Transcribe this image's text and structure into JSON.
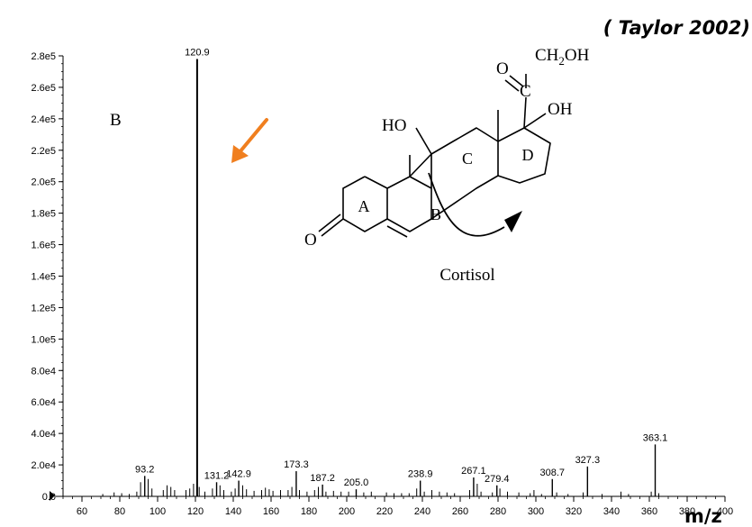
{
  "citation": "( Taylor  2002)",
  "panel_label": "B",
  "molecule": {
    "name": "Cortisol",
    "ring_labels": [
      "A",
      "B",
      "C",
      "D"
    ],
    "groups": {
      "ho": "HO",
      "oh": "OH",
      "ch2oh": "CH2OH",
      "ketone_o": "O",
      "side_o": "O",
      "carbonyl_c": "C"
    }
  },
  "annotation_arrow_color": "#f07f1f",
  "chart_data": {
    "type": "bar",
    "xlabel": "m/z",
    "ylabel": "",
    "xlim": [
      50,
      400
    ],
    "ylim": [
      0,
      280000
    ],
    "xticks": [
      60,
      80,
      100,
      120,
      140,
      160,
      180,
      200,
      220,
      240,
      260,
      280,
      300,
      320,
      340,
      360,
      380,
      400
    ],
    "yticks": [
      {
        "v": 0,
        "label": "0.0"
      },
      {
        "v": 20000,
        "label": "2.0e4"
      },
      {
        "v": 40000,
        "label": "4.0e4"
      },
      {
        "v": 60000,
        "label": "6.0e4"
      },
      {
        "v": 80000,
        "label": "8.0e4"
      },
      {
        "v": 100000,
        "label": "1.0e5"
      },
      {
        "v": 120000,
        "label": "1.2e5"
      },
      {
        "v": 140000,
        "label": "1.4e5"
      },
      {
        "v": 160000,
        "label": "1.6e5"
      },
      {
        "v": 180000,
        "label": "1.8e5"
      },
      {
        "v": 200000,
        "label": "2.0e5"
      },
      {
        "v": 220000,
        "label": "2.2e5"
      },
      {
        "v": 240000,
        "label": "2.4e5"
      },
      {
        "v": 260000,
        "label": "2.6e5"
      },
      {
        "v": 280000,
        "label": "2.8e5"
      }
    ],
    "labeled_peaks": [
      {
        "mz": 93.2,
        "intensity": 13000,
        "label": "93.2"
      },
      {
        "mz": 120.9,
        "intensity": 278000,
        "label": "120.9"
      },
      {
        "mz": 131.2,
        "intensity": 9000,
        "label": "131.2"
      },
      {
        "mz": 142.9,
        "intensity": 10000,
        "label": "142.9"
      },
      {
        "mz": 173.3,
        "intensity": 16000,
        "label": "173.3"
      },
      {
        "mz": 187.2,
        "intensity": 7500,
        "label": "187.2"
      },
      {
        "mz": 205.0,
        "intensity": 4500,
        "label": "205.0"
      },
      {
        "mz": 238.9,
        "intensity": 10000,
        "label": "238.9"
      },
      {
        "mz": 267.1,
        "intensity": 12000,
        "label": "267.1"
      },
      {
        "mz": 279.4,
        "intensity": 7000,
        "label": "279.4"
      },
      {
        "mz": 308.7,
        "intensity": 11000,
        "label": "308.7"
      },
      {
        "mz": 327.3,
        "intensity": 19000,
        "label": "327.3"
      },
      {
        "mz": 363.1,
        "intensity": 33000,
        "label": "363.1"
      }
    ],
    "minor_peaks": [
      {
        "mz": 71,
        "intensity": 1500
      },
      {
        "mz": 77,
        "intensity": 2500
      },
      {
        "mz": 81,
        "intensity": 2000
      },
      {
        "mz": 85,
        "intensity": 1500
      },
      {
        "mz": 89,
        "intensity": 3000
      },
      {
        "mz": 91,
        "intensity": 9000
      },
      {
        "mz": 95,
        "intensity": 11000
      },
      {
        "mz": 97,
        "intensity": 5000
      },
      {
        "mz": 103,
        "intensity": 4000
      },
      {
        "mz": 105,
        "intensity": 7000
      },
      {
        "mz": 107,
        "intensity": 6000
      },
      {
        "mz": 109,
        "intensity": 4000
      },
      {
        "mz": 115,
        "intensity": 4000
      },
      {
        "mz": 117,
        "intensity": 5000
      },
      {
        "mz": 119,
        "intensity": 8000
      },
      {
        "mz": 122,
        "intensity": 6000
      },
      {
        "mz": 125,
        "intensity": 3000
      },
      {
        "mz": 129,
        "intensity": 5000
      },
      {
        "mz": 133,
        "intensity": 7000
      },
      {
        "mz": 135,
        "intensity": 4000
      },
      {
        "mz": 139,
        "intensity": 3000
      },
      {
        "mz": 141,
        "intensity": 5000
      },
      {
        "mz": 145,
        "intensity": 7000
      },
      {
        "mz": 147,
        "intensity": 4500
      },
      {
        "mz": 151,
        "intensity": 3500
      },
      {
        "mz": 155,
        "intensity": 4000
      },
      {
        "mz": 157,
        "intensity": 5500
      },
      {
        "mz": 159,
        "intensity": 4500
      },
      {
        "mz": 161,
        "intensity": 3500
      },
      {
        "mz": 165,
        "intensity": 4000
      },
      {
        "mz": 169,
        "intensity": 4000
      },
      {
        "mz": 171,
        "intensity": 6000
      },
      {
        "mz": 175,
        "intensity": 4000
      },
      {
        "mz": 179,
        "intensity": 3000
      },
      {
        "mz": 183,
        "intensity": 4000
      },
      {
        "mz": 185,
        "intensity": 6000
      },
      {
        "mz": 189,
        "intensity": 3000
      },
      {
        "mz": 193,
        "intensity": 3500
      },
      {
        "mz": 197,
        "intensity": 3000
      },
      {
        "mz": 201,
        "intensity": 3000
      },
      {
        "mz": 209,
        "intensity": 2500
      },
      {
        "mz": 213,
        "intensity": 3000
      },
      {
        "mz": 221,
        "intensity": 2500
      },
      {
        "mz": 225,
        "intensity": 2000
      },
      {
        "mz": 229,
        "intensity": 2000
      },
      {
        "mz": 233,
        "intensity": 2000
      },
      {
        "mz": 237,
        "intensity": 5000
      },
      {
        "mz": 241,
        "intensity": 3000
      },
      {
        "mz": 245,
        "intensity": 4000
      },
      {
        "mz": 249,
        "intensity": 3000
      },
      {
        "mz": 253,
        "intensity": 2500
      },
      {
        "mz": 257,
        "intensity": 2000
      },
      {
        "mz": 265,
        "intensity": 4000
      },
      {
        "mz": 269,
        "intensity": 8000
      },
      {
        "mz": 271,
        "intensity": 3000
      },
      {
        "mz": 277,
        "intensity": 2500
      },
      {
        "mz": 281,
        "intensity": 5000
      },
      {
        "mz": 285,
        "intensity": 3000
      },
      {
        "mz": 291,
        "intensity": 2500
      },
      {
        "mz": 297,
        "intensity": 2000
      },
      {
        "mz": 299,
        "intensity": 4000
      },
      {
        "mz": 303,
        "intensity": 1500
      },
      {
        "mz": 311,
        "intensity": 2500
      },
      {
        "mz": 317,
        "intensity": 1500
      },
      {
        "mz": 325,
        "intensity": 2500
      },
      {
        "mz": 335,
        "intensity": 1500
      },
      {
        "mz": 345,
        "intensity": 3000
      },
      {
        "mz": 349,
        "intensity": 1500
      },
      {
        "mz": 361,
        "intensity": 3000
      },
      {
        "mz": 365,
        "intensity": 2000
      }
    ]
  }
}
